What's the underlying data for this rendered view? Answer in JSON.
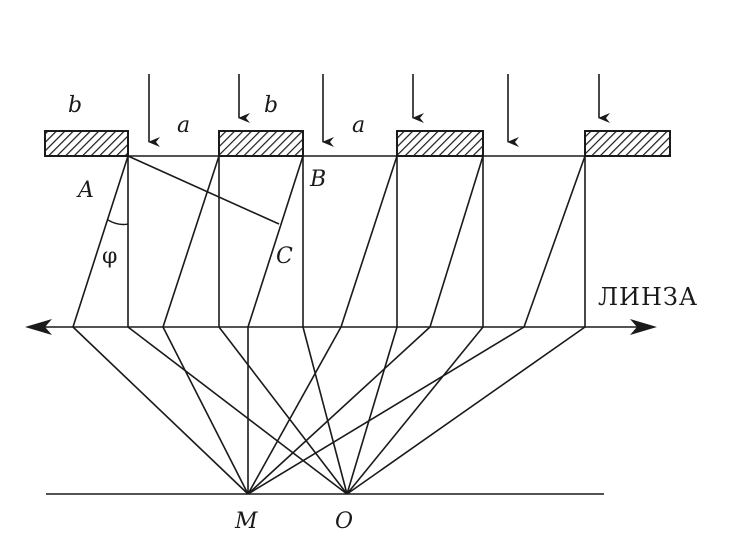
{
  "labels": {
    "b_left": "b",
    "a_first": "a",
    "b_middle": "b",
    "a_second": "a",
    "point_A": "A",
    "point_B": "B",
    "point_C": "C",
    "angle_phi": "φ",
    "lens": "ЛИНЗА",
    "point_M": "M",
    "point_O": "O"
  }
}
